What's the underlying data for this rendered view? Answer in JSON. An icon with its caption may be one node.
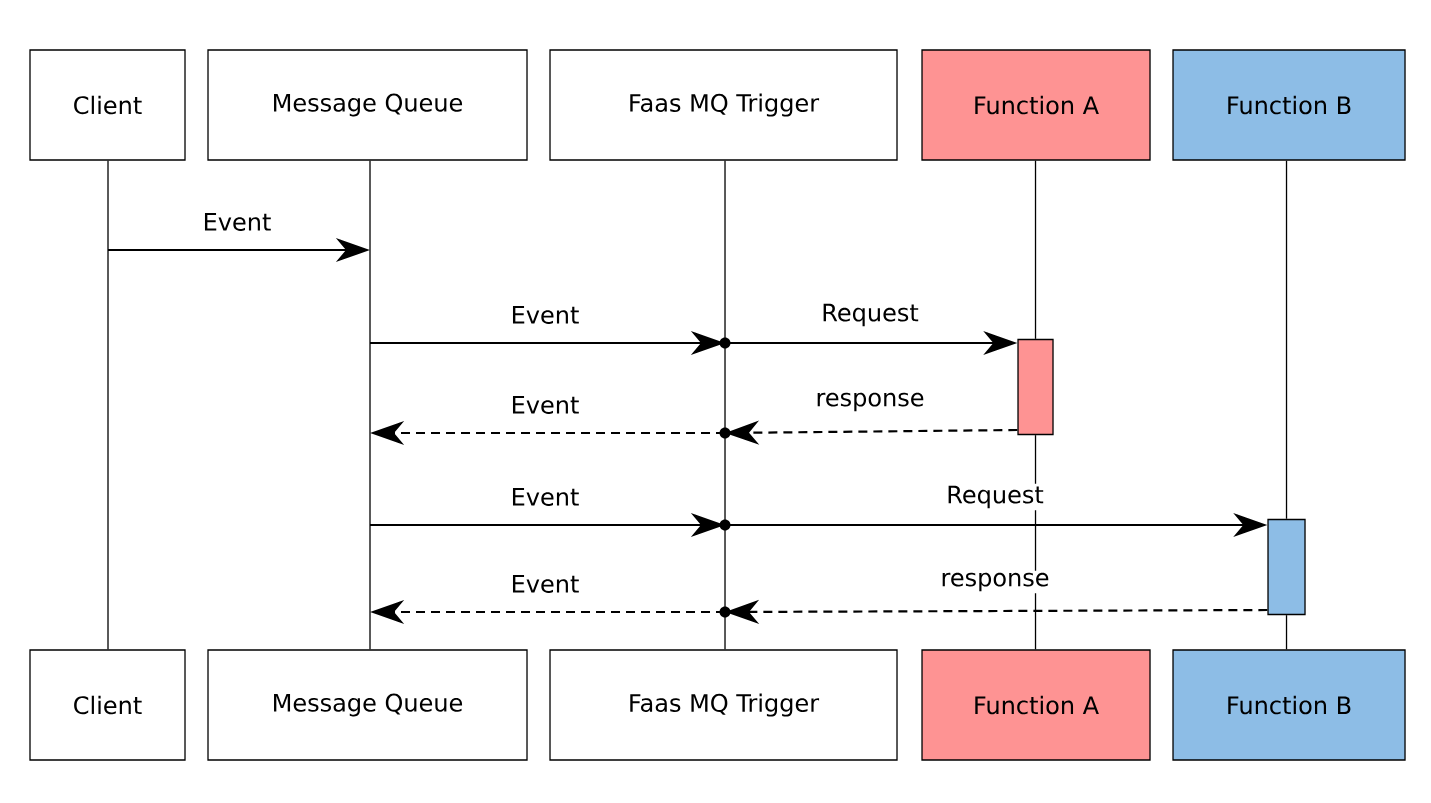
{
  "diagram": {
    "nodes": [
      {
        "text": [
          "Client"
        ]
      },
      {
        "text": [
          "Message Queue"
        ]
      },
      {
        "text": [
          "Faas MQ Trigger"
        ]
      },
      {
        "text": [
          "Function A"
        ]
      },
      {
        "text": [
          "Function B"
        ]
      },
      {
        "text": [],
        "shape": "circle"
      },
      {
        "text": [],
        "shape": "bar"
      },
      {
        "text": [],
        "shape": "circle"
      },
      {
        "text": [],
        "shape": "circle"
      },
      {
        "text": [],
        "shape": "bar"
      },
      {
        "text": [],
        "shape": "circle"
      },
      {
        "text": [
          "Client"
        ]
      },
      {
        "text": [
          "Message Queue"
        ]
      },
      {
        "text": [
          "Faas MQ Trigger"
        ]
      },
      {
        "text": [
          "Function A"
        ]
      },
      {
        "text": [
          "Function B"
        ]
      }
    ],
    "edges": [
      {
        "from": null,
        "to": 5,
        "arrow": "to",
        "label": "Event"
      },
      {
        "from": 5,
        "to": 6,
        "arrow": "to",
        "label": "Request"
      },
      {
        "from": 6,
        "to": 7,
        "arrow": "to",
        "label": "response",
        "style": "dashed"
      },
      {
        "from": 7,
        "to": null,
        "arrow": "to",
        "label": "Event",
        "style": "dashed"
      },
      {
        "from": null,
        "to": 8,
        "arrow": "to",
        "label": "Event"
      },
      {
        "from": 8,
        "to": 9,
        "arrow": "to",
        "label": "Request"
      },
      {
        "from": 9,
        "to": 10,
        "arrow": "to",
        "label": "response",
        "style": "dashed"
      },
      {
        "from": 10,
        "to": null,
        "arrow": "to",
        "label": "Event",
        "style": "dashed"
      },
      {
        "from": 0,
        "to": 11,
        "arrow": "none"
      },
      {
        "from": 1,
        "to": 12,
        "arrow": "none"
      },
      {
        "from": 2,
        "to": 13,
        "arrow": "none"
      },
      {
        "from": 3,
        "to": 6,
        "arrow": "none"
      },
      {
        "from": 6,
        "to": 14,
        "arrow": "none"
      },
      {
        "from": 4,
        "to": 9,
        "arrow": "none"
      },
      {
        "from": 9,
        "to": 15,
        "arrow": "none"
      }
    ],
    "labels": [
      "Event"
    ]
  }
}
